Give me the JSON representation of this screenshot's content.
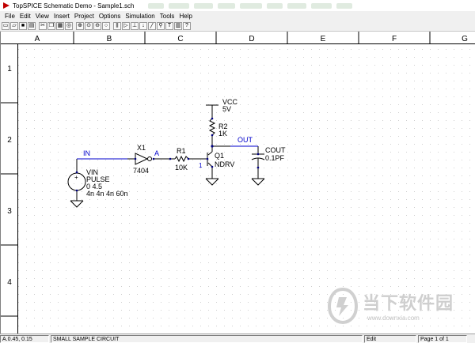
{
  "window": {
    "title": "TopSPICE Schematic Demo - Sample1.sch"
  },
  "menu": [
    "File",
    "Edit",
    "View",
    "Insert",
    "Project",
    "Options",
    "Simulation",
    "Tools",
    "Help"
  ],
  "toolbar": {
    "buttons": [
      "new-icon",
      "open-icon",
      "save-icon",
      "print-icon",
      "cut-icon",
      "copy-icon",
      "paste-icon",
      "find-icon",
      "zoom-in-icon",
      "zoom-area-icon",
      "zoom-out-icon",
      "zoom-fit-icon",
      "bus-icon",
      "gate-icon",
      "ground-icon",
      "arrow-icon",
      "wire-icon",
      "probe-icon",
      "text-icon",
      "component-icon",
      "help-icon"
    ]
  },
  "sheet": {
    "columns": [
      "A",
      "B",
      "C",
      "D",
      "E",
      "F",
      "G"
    ],
    "rows": [
      "1",
      "2",
      "3",
      "4"
    ]
  },
  "schematic": {
    "vcc_name": "VCC",
    "vcc_value": "5V",
    "r2_name": "R2",
    "r2_value": "1K",
    "out_net": "OUT",
    "cout_name": "COUT",
    "cout_value": "0.1PF",
    "in_net": "IN",
    "x1_name": "X1",
    "x1_model": "7404",
    "a_net": "A",
    "r1_name": "R1",
    "r1_value": "10K",
    "q1_name": "Q1",
    "q1_model": "NDRV",
    "q1_pin": "1",
    "vin_name": "VIN",
    "vin_type": "PULSE",
    "vin_params1": "0 4.5",
    "vin_params2": "4n 4n 4n 60n"
  },
  "status": {
    "coords": "A.0.45, 0.15",
    "description": "SMALL SAMPLE CIRCUIT",
    "mode": "Edit",
    "page": "Page 1 of 1"
  },
  "watermark": {
    "text": "当下软件园",
    "url": "www.downxia.com"
  },
  "colors": {
    "wire": "#000000",
    "net_label": "#0000cc",
    "grid": "#c8c8c8",
    "dot": "#000080"
  }
}
